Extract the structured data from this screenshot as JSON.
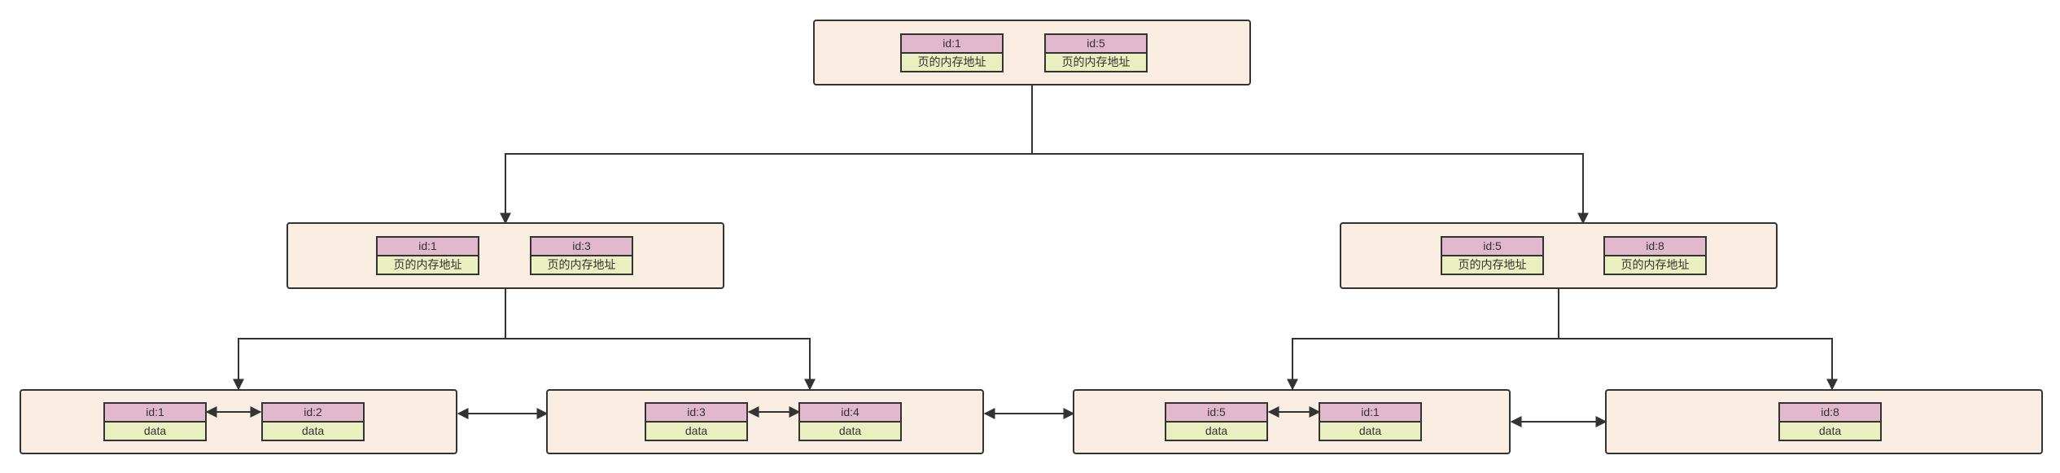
{
  "nodes": [
    {
      "name": "root-node",
      "entries": [
        {
          "key": "id:1",
          "value": "页的内存地址"
        },
        {
          "key": "id:5",
          "value": "页的内存地址"
        }
      ]
    },
    {
      "name": "internal-node-left",
      "entries": [
        {
          "key": "id:1",
          "value": "页的内存地址"
        },
        {
          "key": "id:3",
          "value": "页的内存地址"
        }
      ]
    },
    {
      "name": "internal-node-right",
      "entries": [
        {
          "key": "id:5",
          "value": "页的内存地址"
        },
        {
          "key": "id:8",
          "value": "页的内存地址"
        }
      ]
    },
    {
      "name": "leaf-node-1",
      "entries": [
        {
          "key": "id:1",
          "value": "data"
        },
        {
          "key": "id:2",
          "value": "data"
        }
      ]
    },
    {
      "name": "leaf-node-2",
      "entries": [
        {
          "key": "id:3",
          "value": "data"
        },
        {
          "key": "id:4",
          "value": "data"
        }
      ]
    },
    {
      "name": "leaf-node-3",
      "entries": [
        {
          "key": "id:5",
          "value": "data"
        },
        {
          "key": "id:1",
          "value": "data"
        }
      ]
    },
    {
      "name": "leaf-node-4",
      "entries": [
        {
          "key": "id:8",
          "value": "data"
        }
      ]
    }
  ]
}
